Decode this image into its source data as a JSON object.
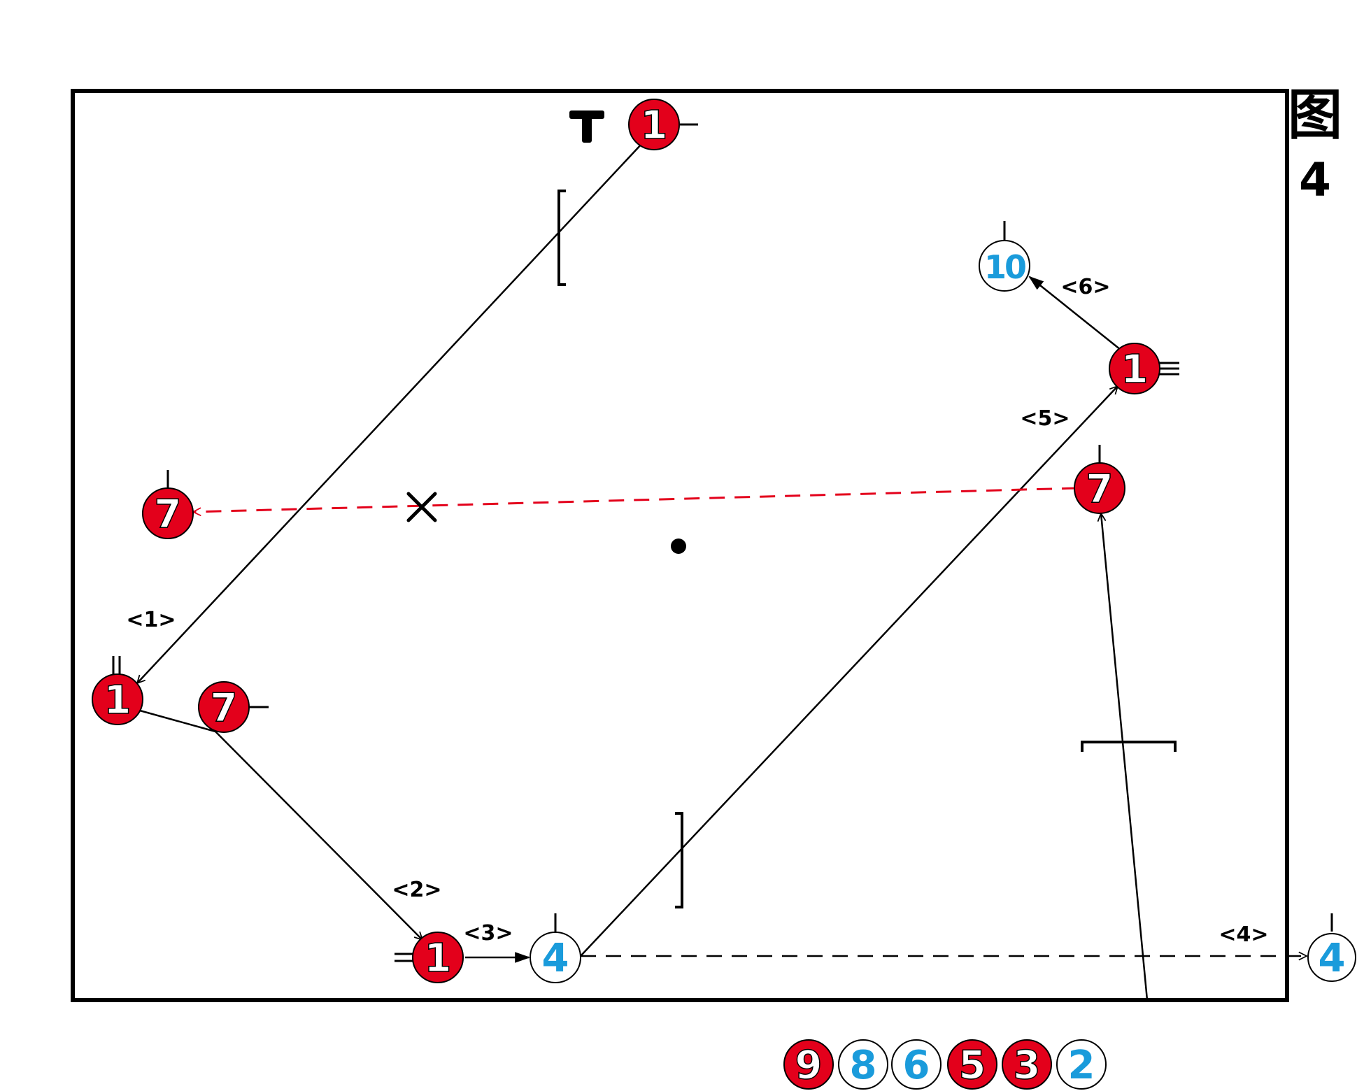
{
  "figure": {
    "char": "图",
    "number": "4"
  },
  "field": {
    "border_color": "#000000"
  },
  "colors": {
    "red": "#E3001B",
    "blue": "#1A9BDB",
    "dashed_red": "#E3001B",
    "ink": "#000000"
  },
  "players": {
    "p1_top": {
      "label": "1",
      "team": "red"
    },
    "p1_left": {
      "label": "1",
      "team": "red"
    },
    "p1_bottom": {
      "label": "1",
      "team": "red"
    },
    "p1_right": {
      "label": "1",
      "team": "red"
    },
    "p7_left": {
      "label": "7",
      "team": "red"
    },
    "p7_mid": {
      "label": "7",
      "team": "red"
    },
    "p7_right": {
      "label": "7",
      "team": "red"
    },
    "p4_bottom": {
      "label": "4",
      "team": "blue"
    },
    "p4_right": {
      "label": "4",
      "team": "blue"
    },
    "p10": {
      "label": "10",
      "team": "blue"
    }
  },
  "steps": {
    "s1": "<1>",
    "s2": "<2>",
    "s3": "<3>",
    "s4": "<4>",
    "s5": "<5>",
    "s6": "<6>"
  },
  "markers": {
    "t_marker": "T",
    "x_marker": "×",
    "center_dot": "center-dot"
  },
  "rotation": [
    {
      "label": "9",
      "team": "red"
    },
    {
      "label": "8",
      "team": "blue"
    },
    {
      "label": "6",
      "team": "blue"
    },
    {
      "label": "5",
      "team": "red"
    },
    {
      "label": "3",
      "team": "red"
    },
    {
      "label": "2",
      "team": "blue"
    }
  ]
}
